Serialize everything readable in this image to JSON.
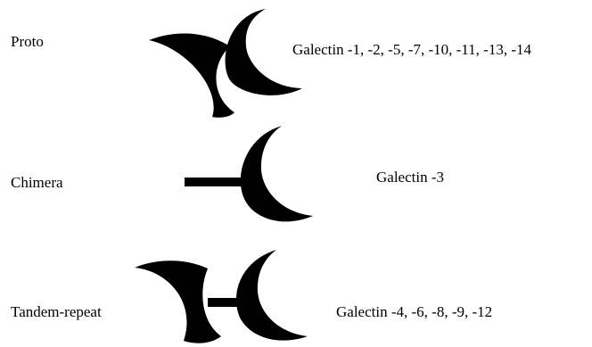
{
  "ink_color": "#000000",
  "background_color": "#ffffff",
  "rows": [
    {
      "type_label": "Proto",
      "members_label": "Galectin -1, -2, -5, -7, -10, -11, -13, -14"
    },
    {
      "type_label": "Chimera",
      "members_label": "Galectin -3"
    },
    {
      "type_label": "Tandem-repeat",
      "members_label": "Galectin -4, -6, -8, -9, -12"
    }
  ]
}
